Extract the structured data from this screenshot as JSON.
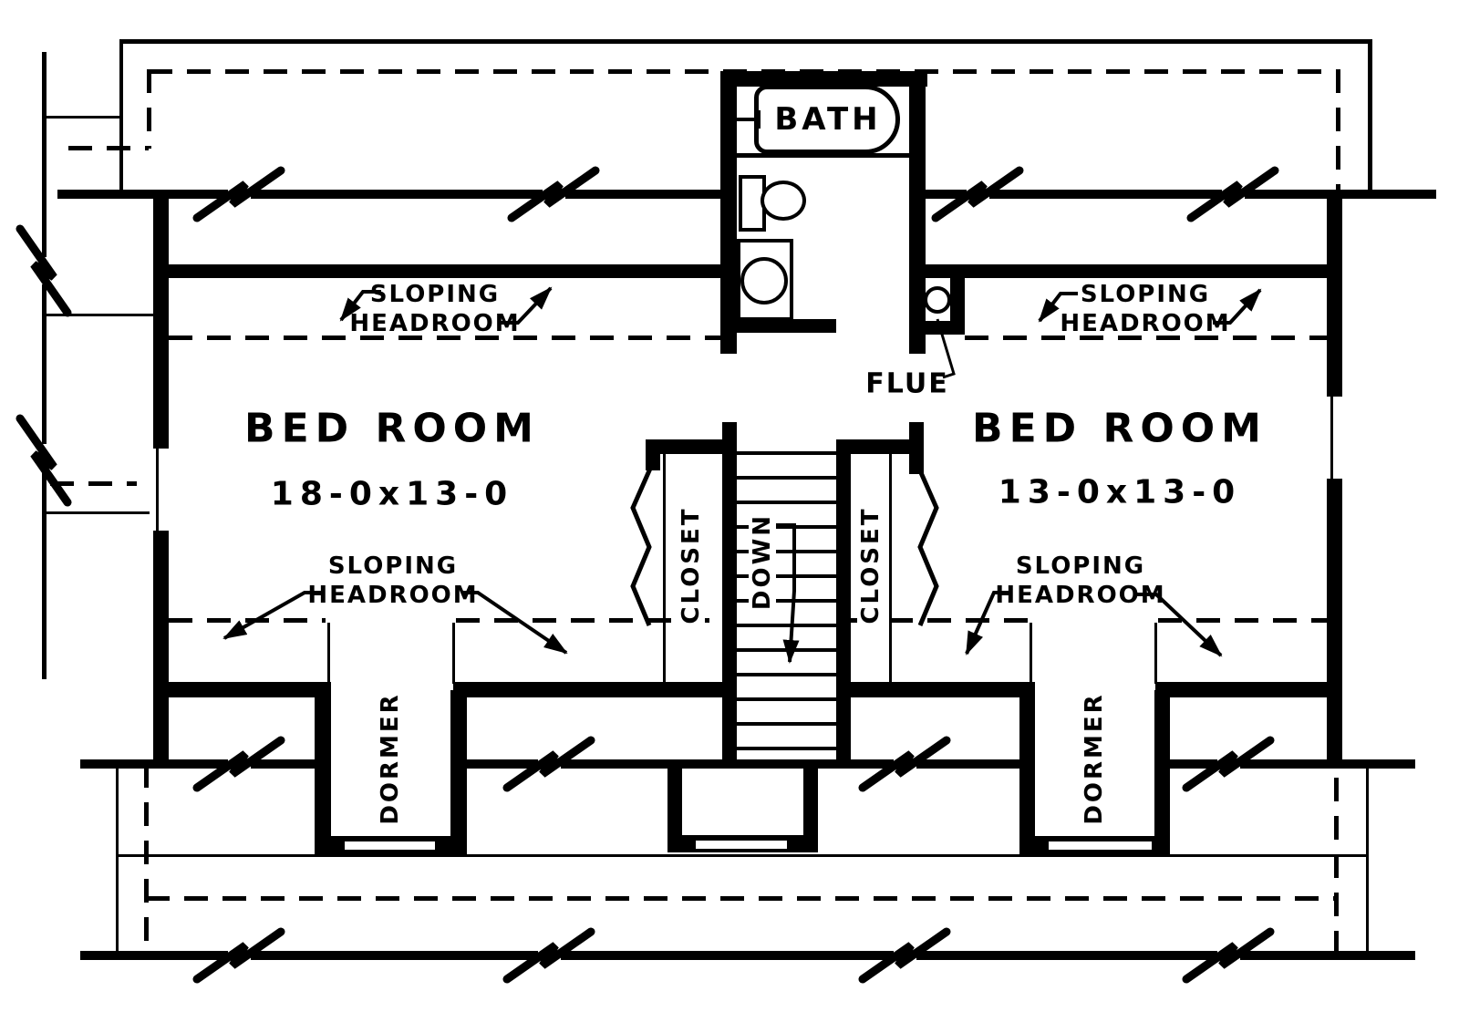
{
  "labels": {
    "bath": "BATH",
    "flue": "FLUE",
    "bedroom": "BED ROOM",
    "bedroom_left_size": "18-0x13-0",
    "bedroom_right_size": "13-0x13-0",
    "closet": "CLOSET",
    "down": "DOWN",
    "dormer": "DORMER",
    "sloping_headroom_line1": "SLOPING",
    "sloping_headroom_line2": "HEADROOM"
  },
  "colors": {
    "ink": "#000000",
    "paper": "#ffffff"
  }
}
